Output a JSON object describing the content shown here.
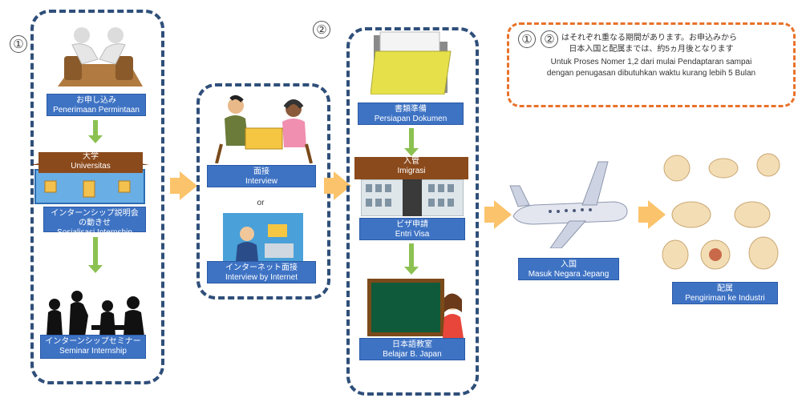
{
  "steps": {
    "s1_label": "①",
    "s2_label": "②",
    "request": {
      "jp": "お申し込み",
      "id": "Penerimaan Permintaan"
    },
    "university": {
      "jp": "大学",
      "id": "Universitas"
    },
    "socialization": {
      "jp": "インターンシップ説明会の動きせ",
      "id": "Sosialisasi Internship"
    },
    "seminar": {
      "jp": "インターンシップセミナー",
      "id": "Seminar Internship"
    },
    "interview": {
      "jp": "面接",
      "id": "Interview"
    },
    "or": "or",
    "internet_interview": {
      "jp": "インターネット面接",
      "id": "Interview by Internet"
    },
    "documents": {
      "jp": "書類準備",
      "id": "Persiapan Dokumen"
    },
    "immigration": {
      "jp": "入管",
      "id": "Imigrasi"
    },
    "visa": {
      "jp": "ビザ申請",
      "id": "Entri Visa"
    },
    "japanese_class": {
      "jp": "日本語教室",
      "id": "Belajar B. Japan"
    },
    "enter_japan": {
      "jp": "入国",
      "id": "Masuk Negara Jepang"
    },
    "placement": {
      "jp": "配属",
      "id": "Pengiriman ke Industri"
    }
  },
  "note": {
    "c1": "①",
    "c2": "②",
    "jp1": "はそれぞれ重なる期間があります。お申込みから",
    "jp2": "日本入国と配属までは、約5ヵ月後となります",
    "id1": "Untuk Proses Nomer 1,2 dari mulai Pendaptaran sampai",
    "id2": "dengan penugasan dibutuhkan waktu kurang lebih 5 Bulan"
  },
  "colors": {
    "box_border": "#2f4f7a",
    "label_bg": "#3e73c4",
    "arrow_green": "#8cc152",
    "arrow_orange": "#fbc36b",
    "note_border": "#e8722a"
  }
}
